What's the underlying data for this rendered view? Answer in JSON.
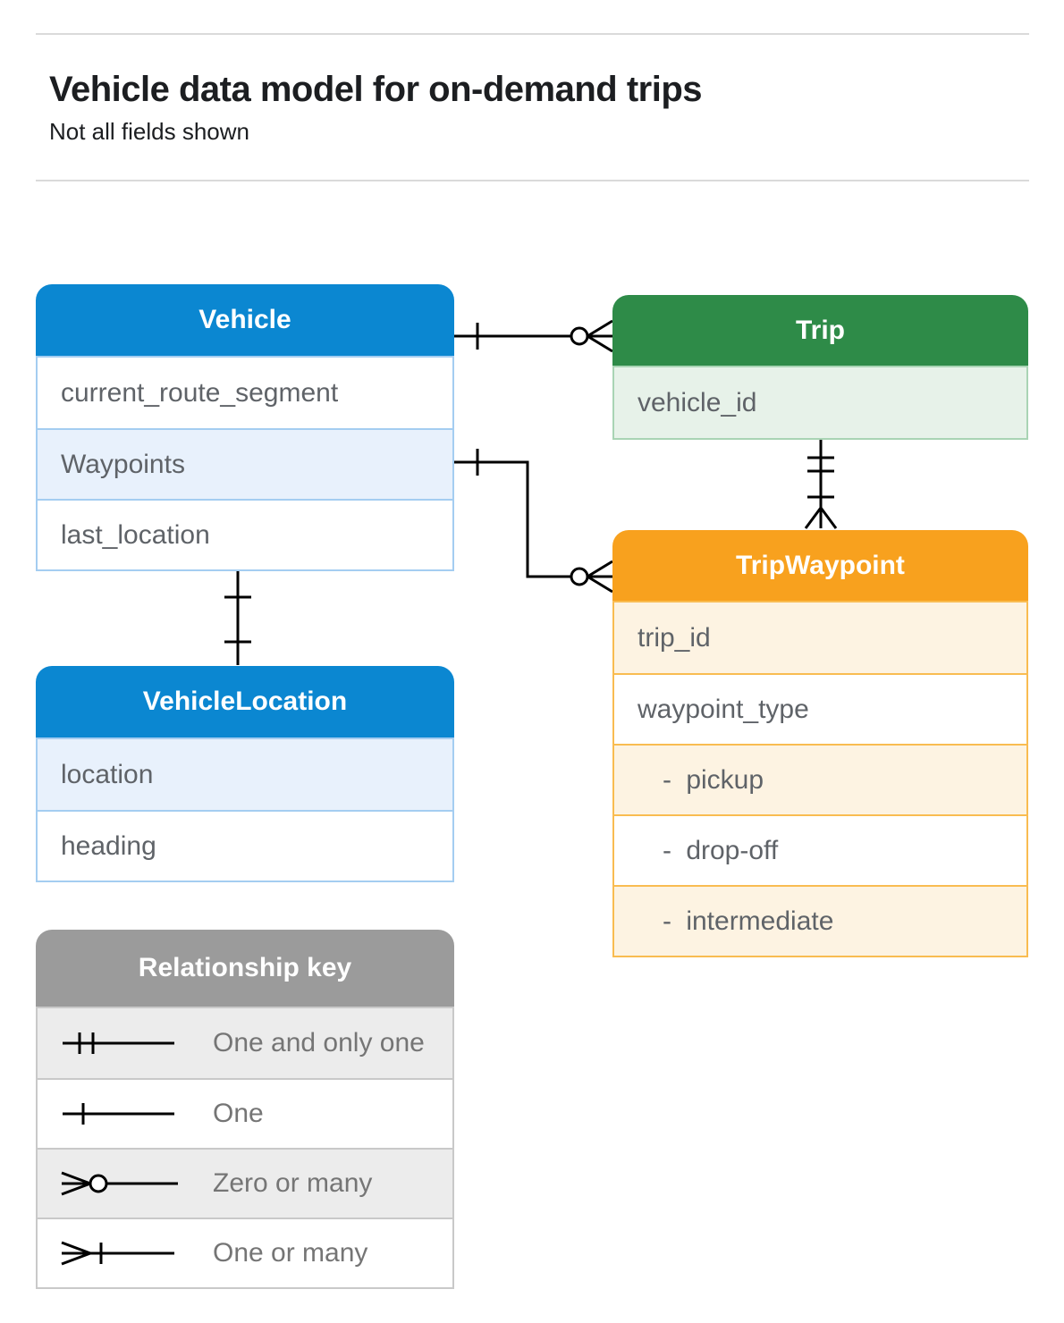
{
  "page": {
    "title": "Vehicle data model for on-demand trips",
    "subtitle": "Not all fields shown"
  },
  "colors": {
    "blue_header": "#0b87d1",
    "blue_row": "#e8f1fc",
    "blue_border": "#a4cdf1",
    "green_header": "#2e8b48",
    "green_row": "#e7f2e9",
    "green_border": "#a9d4b4",
    "orange_header": "#f8a11e",
    "orange_row": "#fdf3e2",
    "orange_border": "#f9bc51",
    "gray_header": "#9b9b9b",
    "gray_row": "#ececec",
    "row_text": "#5f6368",
    "connector": "#000000"
  },
  "tables": {
    "vehicle": {
      "title": "Vehicle",
      "fields": [
        "current_route_segment",
        "Waypoints",
        "last_location"
      ]
    },
    "trip": {
      "title": "Trip",
      "fields": [
        "vehicle_id"
      ]
    },
    "trip_waypoint": {
      "title": "TripWaypoint",
      "fields": [
        "trip_id",
        "waypoint_type",
        "- pickup",
        "- drop-off",
        "- intermediate"
      ]
    },
    "vehicle_location": {
      "title": "VehicleLocation",
      "fields": [
        "location",
        "heading"
      ]
    }
  },
  "legend": {
    "title": "Relationship key",
    "items": [
      {
        "symbol": "one-and-only-one",
        "label": "One and only one"
      },
      {
        "symbol": "one",
        "label": "One"
      },
      {
        "symbol": "zero-or-many",
        "label": "Zero or many"
      },
      {
        "symbol": "one-or-many",
        "label": "One or many"
      }
    ]
  },
  "relationships": [
    {
      "from": "Vehicle",
      "to": "Trip",
      "from_cardinality": "one",
      "to_cardinality": "zero-or-many"
    },
    {
      "from": "Vehicle.Waypoints",
      "to": "TripWaypoint",
      "from_cardinality": "one",
      "to_cardinality": "zero-or-many"
    },
    {
      "from": "Trip",
      "to": "TripWaypoint",
      "from_cardinality": "one-and-only-one",
      "to_cardinality": "one-or-many"
    },
    {
      "from": "Vehicle",
      "to": "VehicleLocation",
      "from_cardinality": "one",
      "to_cardinality": "one"
    }
  ]
}
